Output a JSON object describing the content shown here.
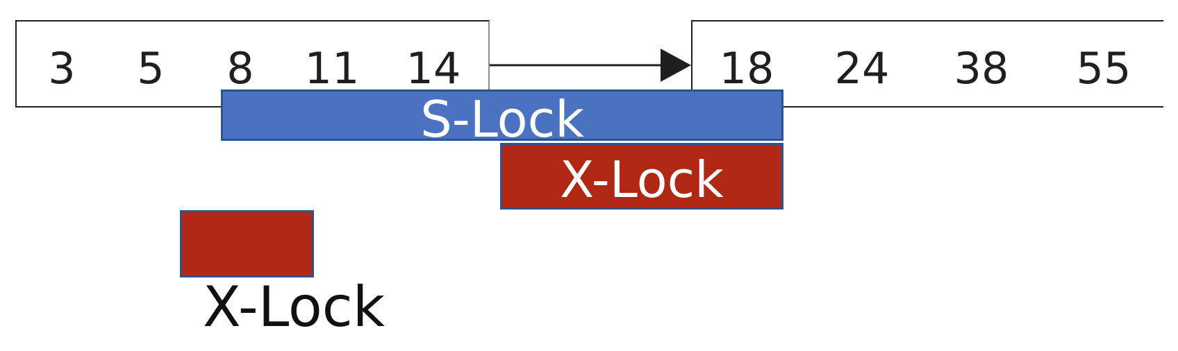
{
  "diagram": {
    "left_node": {
      "keys": [
        "3",
        "5",
        "8",
        "11",
        "14"
      ]
    },
    "right_node": {
      "keys": [
        "18",
        "24",
        "38",
        "55"
      ]
    },
    "locks": {
      "s_lock_label": "S-Lock",
      "x_lock_label": "X-Lock"
    },
    "legend": {
      "label": "X-Lock"
    }
  },
  "colors": {
    "s_lock": "#4a72c0",
    "x_lock": "#b02714",
    "lock_border": "#2f528f",
    "node_border": "#1f1f1f"
  }
}
